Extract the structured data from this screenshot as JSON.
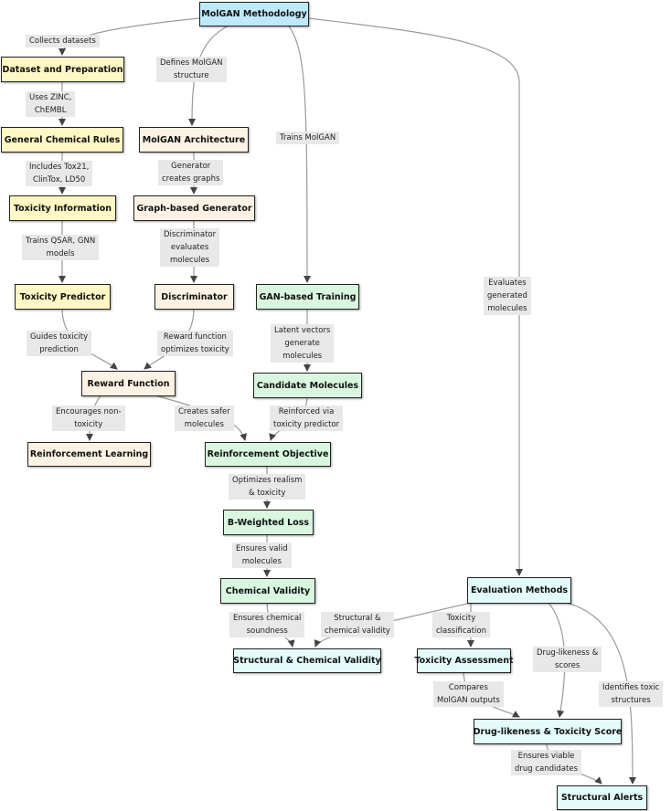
{
  "nodes": {
    "root": "MolGAN Methodology",
    "dataset": "Dataset and Preparation",
    "chem_rules": "General Chemical Rules",
    "tox_info": "Toxicity Information",
    "tox_pred": "Toxicity Predictor",
    "arch": "MolGAN Architecture",
    "graph_gen": "Graph-based Generator",
    "discrim": "Discriminator",
    "reward": "Reward Function",
    "rl": "Reinforcement Learning",
    "gan_train": "GAN-based Training",
    "candidates": "Candidate Molecules",
    "rl_obj": "Reinforcement Objective",
    "bw_loss": "B-Weighted Loss",
    "chem_valid": "Chemical Validity",
    "struct_valid": "Structural & Chemical Validity",
    "eval": "Evaluation Methods",
    "tox_assess": "Toxicity Assessment",
    "dl_score": "Drug-likeness & Toxicity Score",
    "alerts": "Structural Alerts"
  },
  "edges": {
    "collects": "Collects datasets",
    "defines": "Defines MolGAN\nstructure",
    "trains_molgan": "Trains MolGAN",
    "evaluates": "Evaluates\ngenerated\nmolecules",
    "uses_zinc": "Uses ZINC,\nChEMBL",
    "includes_tox": "Includes Tox21,\nClinTox, LD50",
    "trains_qsar": "Trains QSAR, GNN\nmodels",
    "guides": "Guides toxicity\nprediction",
    "gen_creates": "Generator\ncreates graphs",
    "disc_evals": "Discriminator\nevaluates\nmolecules",
    "reward_fn": "Reward function\noptimizes toxicity",
    "encourages": "Encourages non-\ntoxicity",
    "creates_safer": "Creates safer\nmolecules",
    "latent": "Latent vectors\ngenerate\nmolecules",
    "reinforced": "Reinforced via\ntoxicity predictor",
    "optimizes": "Optimizes realism\n& toxicity",
    "ensures_valid": "Ensures valid\nmolecules",
    "ensures_chem": "Ensures chemical\nsoundness",
    "struct_chem": "Structural &\nchemical validity",
    "tox_class": "Toxicity\nclassification",
    "druglike": "Drug-likeness &\nscores",
    "identifies": "Identifies toxic\nstructures",
    "compares": "Compares\nMolGAN outputs",
    "ensures_viable": "Ensures viable\ndrug candidates"
  }
}
